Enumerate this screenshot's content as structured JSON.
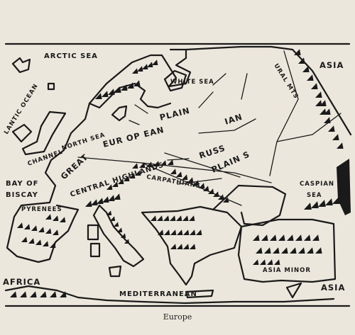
{
  "labels": {
    "arctic_sea": "ARCTIC SEA",
    "atlantic_ocean": "LANTIC OCEAN",
    "white_sea": "WHITE SEA",
    "asia_top": "ASIA",
    "ural_mts": "URAL MTS",
    "north_sea": "NORTH SEA",
    "channel": "CHANNEL",
    "bay_of_biscay_1": "BAY OF",
    "bay_of_biscay_2": "BISCAY",
    "great": "GREAT",
    "european": "EUR OP EAN",
    "plain": "PLAIN",
    "russian_1": "RUSS",
    "russian_2": "IAN",
    "russian_plains": "PLAIN S",
    "central_highlands": "CENTRAL HIGHLANDS",
    "carpathians": "CARPATHIANS",
    "pyrenees": "PYRENEES",
    "caspian_1": "CASPIAN",
    "caspian_2": "SEA",
    "asia_minor": "ASIA MINOR",
    "africa": "AFRICA",
    "mediterranean": "MEDITERRANEAN",
    "asia_bottom": "ASIA"
  },
  "caption": "Europe",
  "colors": {
    "paper": "#ece7dc",
    "ink": "#1a1a1a"
  }
}
